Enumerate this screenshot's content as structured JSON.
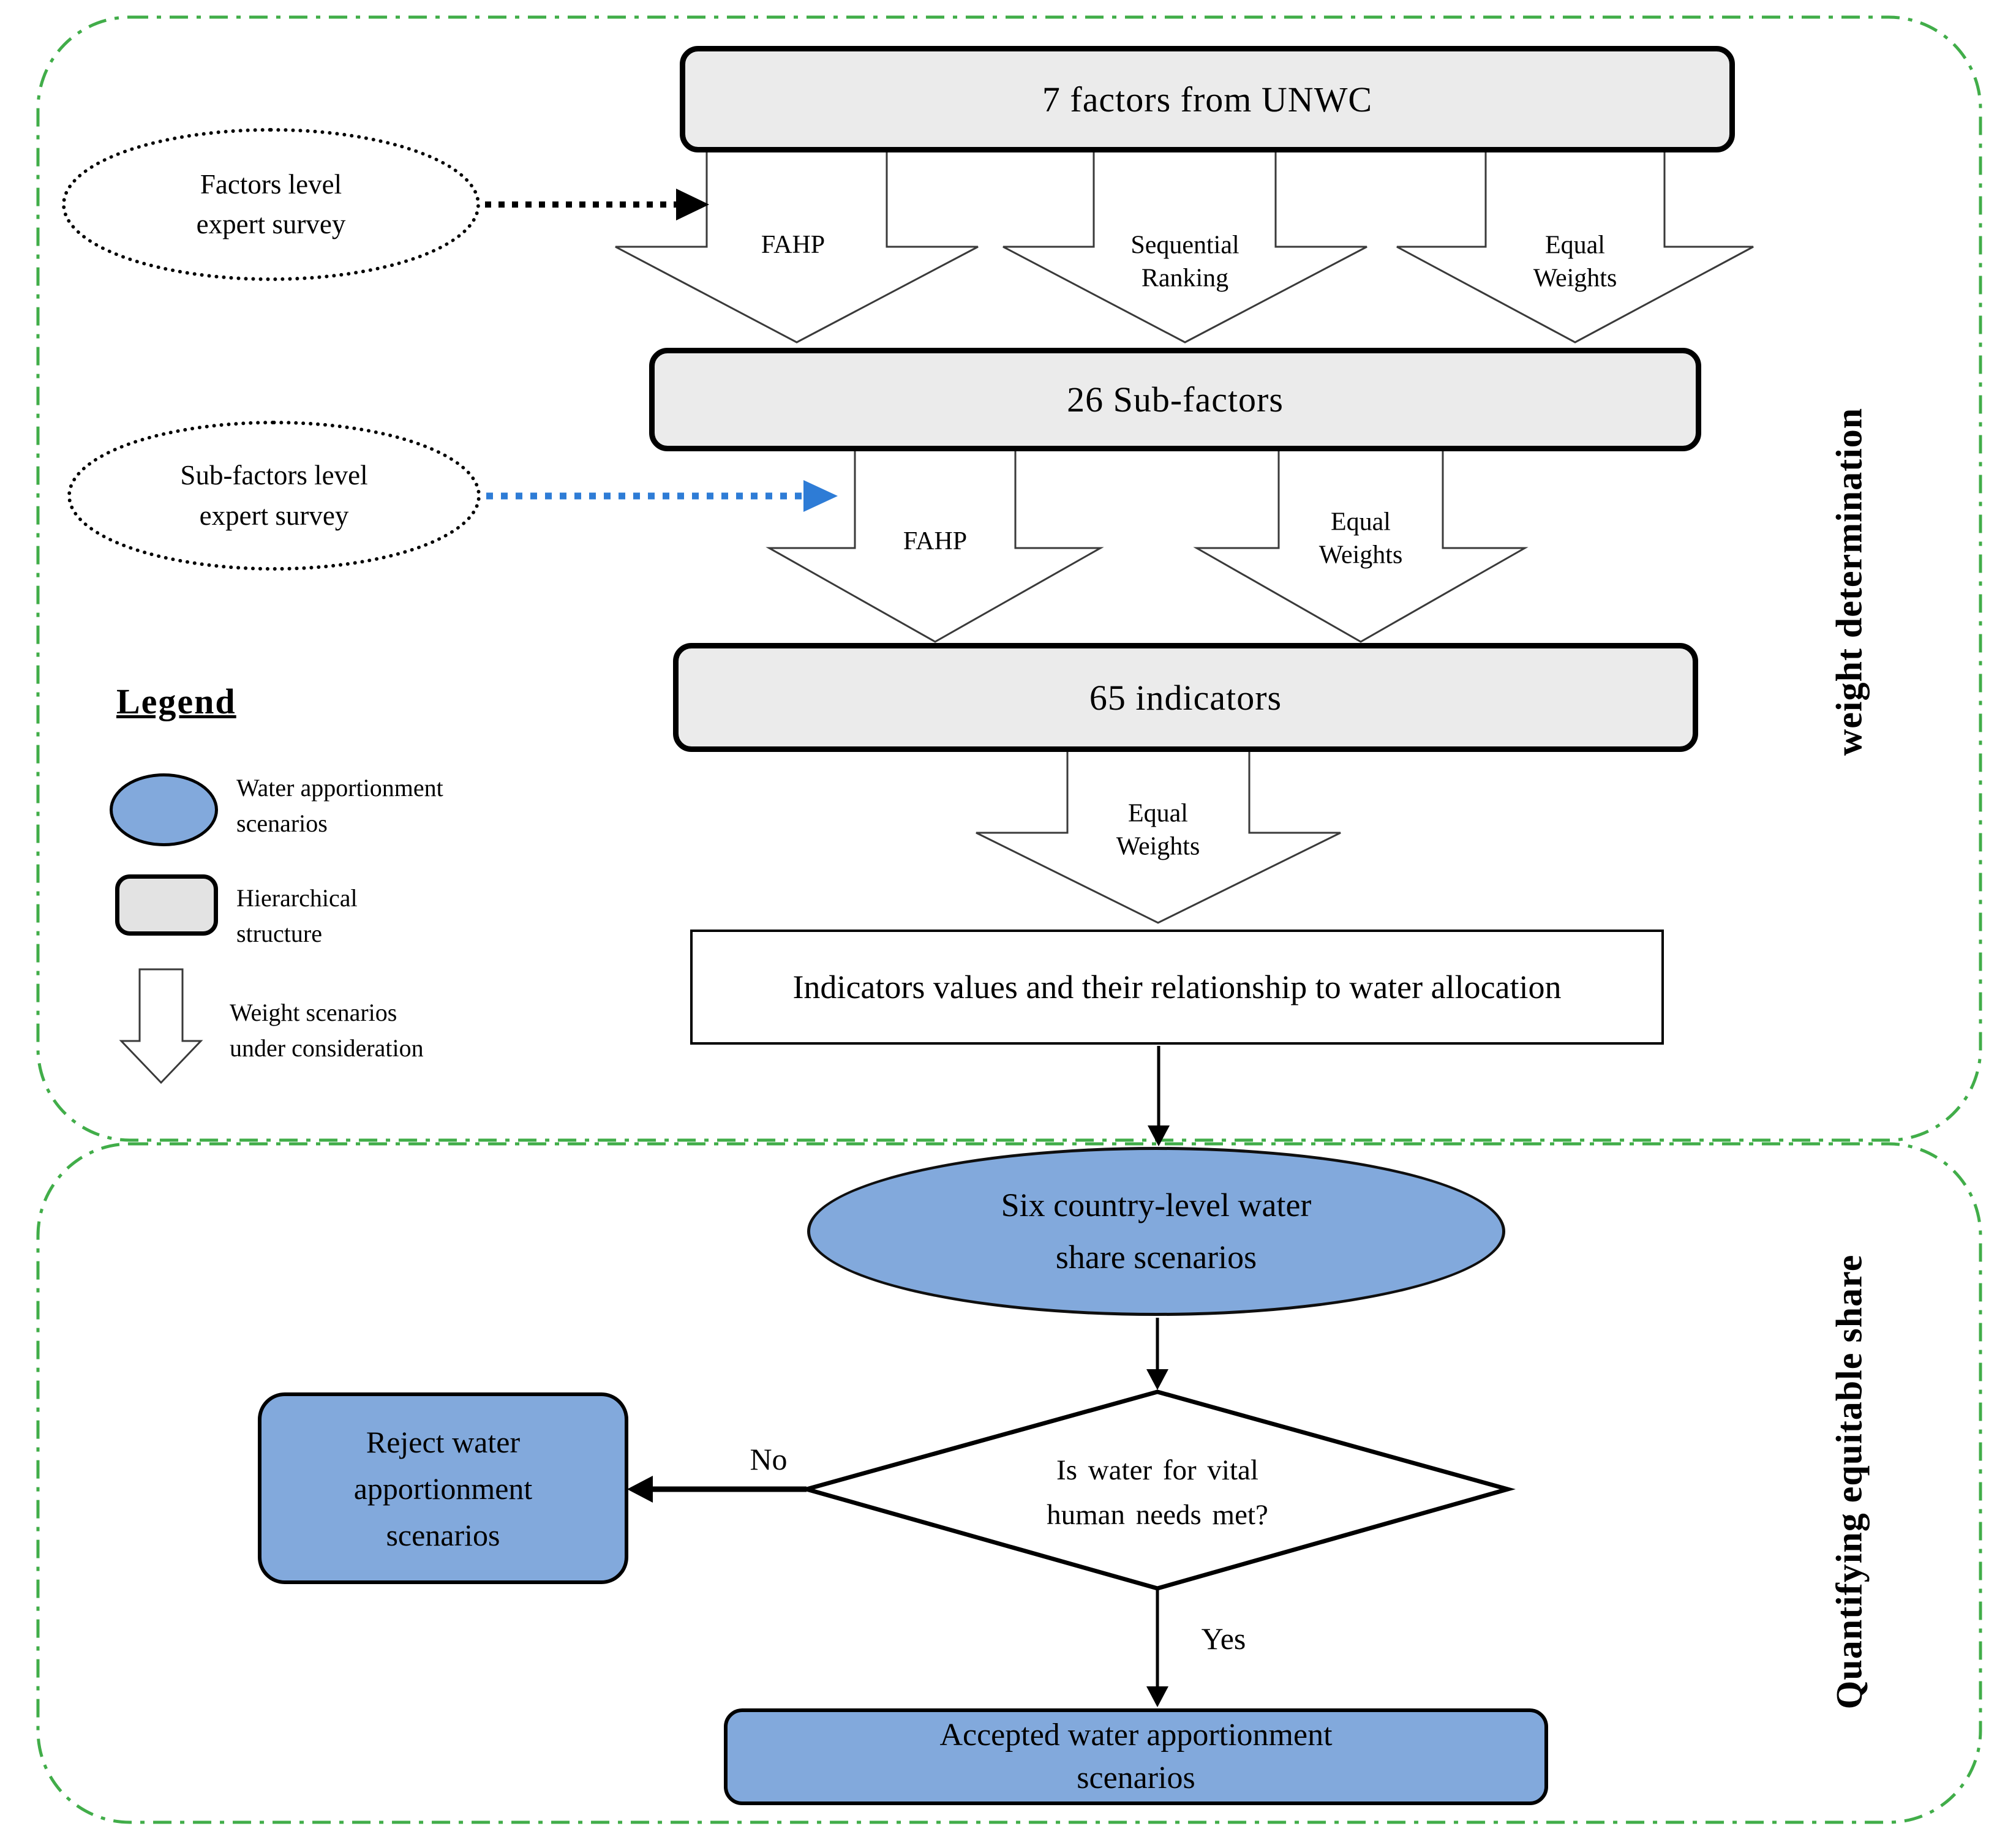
{
  "sections": {
    "weight_determination": {
      "side_label": "weight determination"
    },
    "equitable_share": {
      "side_label": "Quantifying equitable share"
    }
  },
  "flow": {
    "factors_box": "7 factors from UNWC",
    "subfactors_box": "26 Sub-factors",
    "indicators_box": "65 indicators",
    "values_box": "Indicators values and their relationship to water allocation",
    "scenarios_ellipse": "Six country-level water\nshare scenarios",
    "decision_diamond": "Is water for vital\nhuman needs met?",
    "reject_box": "Reject water\napportionment\nscenarios",
    "accepted_box": "Accepted water apportionment\nscenarios",
    "no_label": "No",
    "yes_label": "Yes"
  },
  "weight_arrows": {
    "l1_fahp": "FAHP",
    "l1_sequential": "Sequential\nRanking",
    "l1_equal": "Equal\nWeights",
    "l2_fahp": "FAHP",
    "l2_equal": "Equal\nWeights",
    "l3_equal": "Equal\nWeights"
  },
  "surveys": {
    "factors": "Factors level\nexpert survey",
    "subfactors": "Sub-factors level\nexpert survey"
  },
  "legend": {
    "title": "Legend",
    "item_ellipse": "Water apportionment\nscenarios",
    "item_rect": "Hierarchical\nstructure",
    "item_arrow": "Weight scenarios\nunder consideration"
  },
  "colors": {
    "blue_fill": "#82a9dc",
    "gray_fill": "#ebebeb",
    "green_border": "#41ad49",
    "blue_arrow": "#2e7cd6"
  }
}
